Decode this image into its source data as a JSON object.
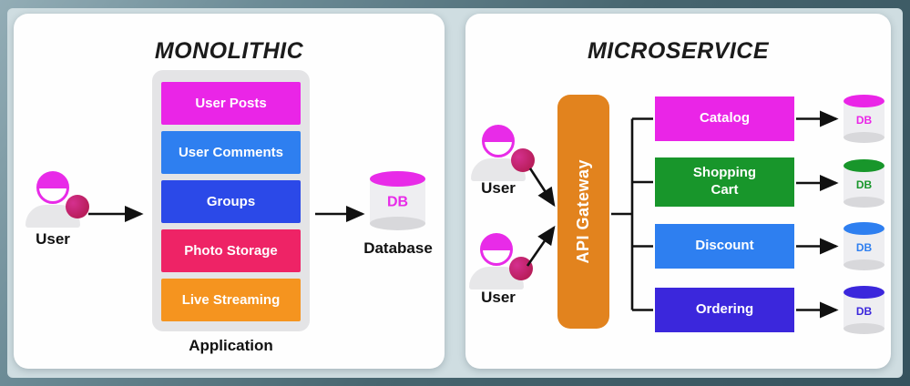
{
  "left_panel": {
    "title": "MONOLITHIC",
    "user": {
      "label": "User"
    },
    "application": {
      "label": "Application",
      "modules": [
        {
          "label": "User Posts",
          "color": "#ea25e7"
        },
        {
          "label": "User Comments",
          "color": "#2e7ff0"
        },
        {
          "label": "Groups",
          "color": "#2b49e8"
        },
        {
          "label": "Photo Storage",
          "color": "#ee2366"
        },
        {
          "label": "Live Streaming",
          "color": "#f5941f"
        }
      ]
    },
    "database": {
      "db_label": "DB",
      "label": "Database",
      "accent": "#e82be8"
    }
  },
  "right_panel": {
    "title": "MICROSERVICE",
    "users": [
      {
        "label": "User"
      },
      {
        "label": "User"
      }
    ],
    "gateway": {
      "label": "API Gateway",
      "color": "#e2831e"
    },
    "services": [
      {
        "label": "Catalog",
        "color": "#ea25e7",
        "db_label": "DB"
      },
      {
        "label": "Shopping Cart",
        "color": "#18962b",
        "db_label": "DB"
      },
      {
        "label": "Discount",
        "color": "#2e7ff0",
        "db_label": "DB"
      },
      {
        "label": "Ordering",
        "color": "#3b27dc",
        "db_label": "DB"
      }
    ]
  }
}
